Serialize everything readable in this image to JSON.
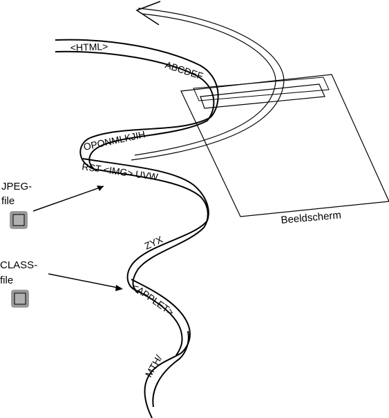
{
  "ribbon": {
    "segment_1": "<HTML>",
    "segment_2": "ABCDEF",
    "segment_3": "OPONMLKJIH",
    "segment_4": "RST <IMG> UVW",
    "segment_5": "ZYX",
    "segment_6": "<APPLET>",
    "segment_7": "MTH/"
  },
  "screen": {
    "label": "Beeldscherm"
  },
  "jpeg": {
    "label_line_1": "JPEG-",
    "label_line_2": "file",
    "icon": "file-icon"
  },
  "class": {
    "label_line_1": "CLASS-",
    "label_line_2": "file",
    "icon": "file-icon"
  },
  "colors": {
    "stroke": "#000000",
    "icon_fill": "#b0b0b0",
    "icon_frame": "#7a7a7a"
  }
}
